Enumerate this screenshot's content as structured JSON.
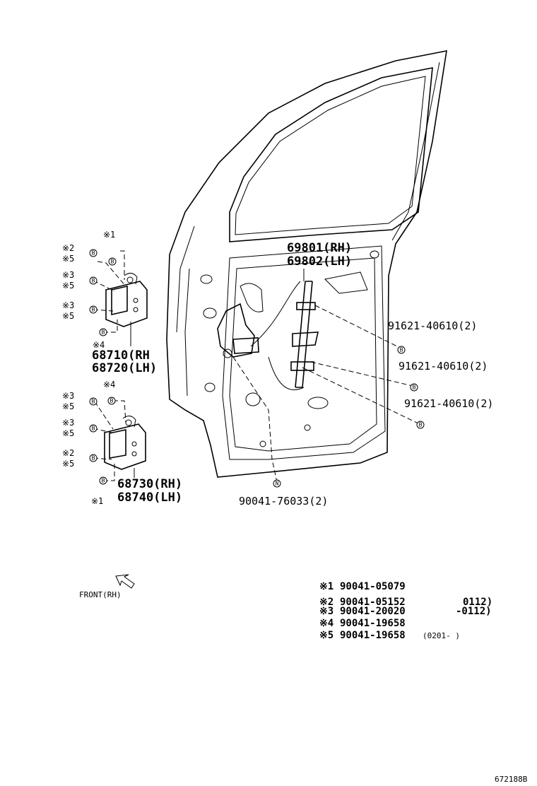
{
  "labels": {
    "regulator_rh": "69801(RH)",
    "regulator_lh": "69802(LH)",
    "screw_1": "91621-40610(2)",
    "screw_2": "91621-40610(2)",
    "screw_3": "91621-40610(2)",
    "clip": "90041-76033(2)",
    "upper_hinge_rh": "68710(RH",
    "upper_hinge_lh": "68720(LH)",
    "lower_hinge_rh": "68730(RH)",
    "lower_hinge_lh": "68740(LH)",
    "front_arrow": "FRONT(RH)",
    "drawing_code": "672188B"
  },
  "markers": {
    "u1": "※1",
    "u2": "※2",
    "u5a": "※5",
    "u3a": "※3",
    "u5b": "※5",
    "u3b": "※3",
    "u5c": "※5",
    "u4": "※4",
    "l4": "※4",
    "l3a": "※3",
    "l5a": "※5",
    "l3b": "※3",
    "l5b": "※5",
    "l2": "※2",
    "l5c": "※5",
    "l1": "※1"
  },
  "bolt_symbols": {
    "b": "B",
    "n": "N"
  },
  "legend": [
    {
      "mark": "※1",
      "part": "90041-05079",
      "note": ""
    },
    {
      "mark": "※2",
      "part": "90041-05152",
      "note": "0112)"
    },
    {
      "mark": "※3",
      "part": "90041-20020",
      "note": "-0112)"
    },
    {
      "mark": "※4",
      "part": "90041-19658",
      "note": ""
    },
    {
      "mark": "※5",
      "part": "90041-19658",
      "note": "(0201-        )"
    }
  ]
}
